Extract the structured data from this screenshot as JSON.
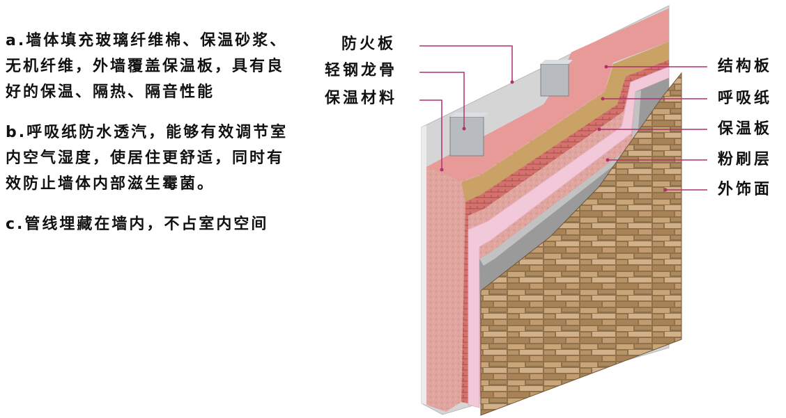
{
  "notes": [
    "a.墙体填充玻璃纤维棉、保温砂浆、无机纤维，外墙覆盖保温板，具有良好的保温、隔热、隔音性能",
    "b.呼吸纸防水透汽，能够有效调节室内空气湿度，使居住更舒适，同时有效防止墙体内部滋生霉菌。",
    "c.管线埋藏在墙内，不占室内空间"
  ],
  "left_labels": [
    "防火板",
    "轻钢龙骨",
    "保温材料"
  ],
  "right_labels": [
    "结构板",
    "呼吸纸",
    "保温板",
    "粉刷层",
    "外饰面"
  ],
  "colors": {
    "leader_line": "#b0306e",
    "fire_board": "#d5d5d5",
    "insulation": "#e6a0a0",
    "steel_stud": "#b8bcc0",
    "structural_board": "#caa265",
    "breather_paper": "#d4716d",
    "insulation_board": "#f2c9d8",
    "render_layer": "#999999",
    "facade_stone": "#9a7b52"
  }
}
